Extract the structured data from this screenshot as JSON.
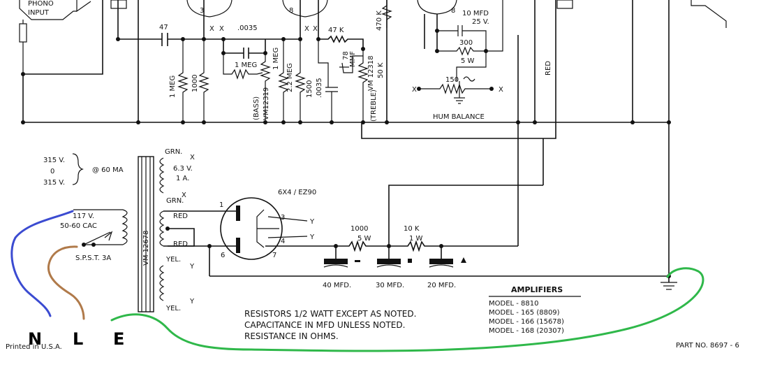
{
  "labels": {
    "phono_input_1": "PHONO",
    "phono_input_2": "INPUT",
    "c_47": "47",
    "c_0035a": ".0035",
    "r_1meg_a": "1 MEG",
    "r_1000_a": "1000",
    "r_1meg_b": "1 MEG",
    "bass": "(BASS)",
    "vm12319": "VM12319",
    "r_1meg_c": "1 MEG",
    "r_2_2meg": "2.2 MEG",
    "r_1500": "1500",
    "c_0035b": ".0035",
    "c_78": "78",
    "c_78_unit": "MMF",
    "r_47k": "47 K",
    "vm12318": "VM 12318",
    "r_50k": "50 K",
    "treble": "(TREBLE)",
    "r_470k": "470 K",
    "c_10mfd": "10 MFD",
    "c_25v": "25 V.",
    "r_300": "300",
    "r_5w_a": "5 W",
    "pot_150": "150",
    "hum_balance": "HUM BALANCE",
    "red_wire_a": "RED",
    "pin_3": "3",
    "pin_8": "8",
    "pin_8b": "8",
    "x_marks": "X",
    "hv_315a": "315 V.",
    "hv_0": "0",
    "hv_315b": "315 V.",
    "hv_60ma": "@ 60 MA",
    "grn_a": "GRN.",
    "v63": "6.3 V.",
    "a1": "1 A.",
    "grn_b": "GRN.",
    "red_b": "RED",
    "red_c": "RED",
    "yel_a": "YEL.",
    "yel_b": "YEL.",
    "y_marks": "Y",
    "mains_117": "117 V.",
    "mains_freq": "50-60 CAC",
    "switch": "S.P.S.T.  3A",
    "vm12678": "VM 12678",
    "tube_rect": "6X4 / EZ90",
    "pin_1": "1",
    "pin_6": "6",
    "pin_3r": "3",
    "pin_4r": "4",
    "pin_7r": "7",
    "r_1000_b": "1000",
    "r_5w_b": "5 W",
    "r_10k": "10 K",
    "r_1w": "1 W",
    "c_40": "40 MFD.",
    "c_30": "30 MFD.",
    "c_20": "20 MFD."
  },
  "notes": {
    "line1": "RESISTORS 1/2 WATT EXCEPT AS NOTED.",
    "line2": "CAPACITANCE IN MFD UNLESS NOTED.",
    "line3": "RESISTANCE IN OHMS."
  },
  "amplifiers": {
    "title": "AMPLIFIERS",
    "models": [
      "MODEL - 8810",
      "MODEL - 165  (8809)",
      "MODEL - 166  (15678)",
      "MODEL - 168  (20307)"
    ]
  },
  "footer": {
    "printed": "Printed in U.S.A.",
    "part_no": "PART NO. 8697 - 6"
  },
  "annotations": {
    "n": "N",
    "l": "L",
    "e": "E",
    "neutral_color": "#3b4bd1",
    "live_color": "#b07a4a",
    "earth_color": "#2fb84a"
  }
}
